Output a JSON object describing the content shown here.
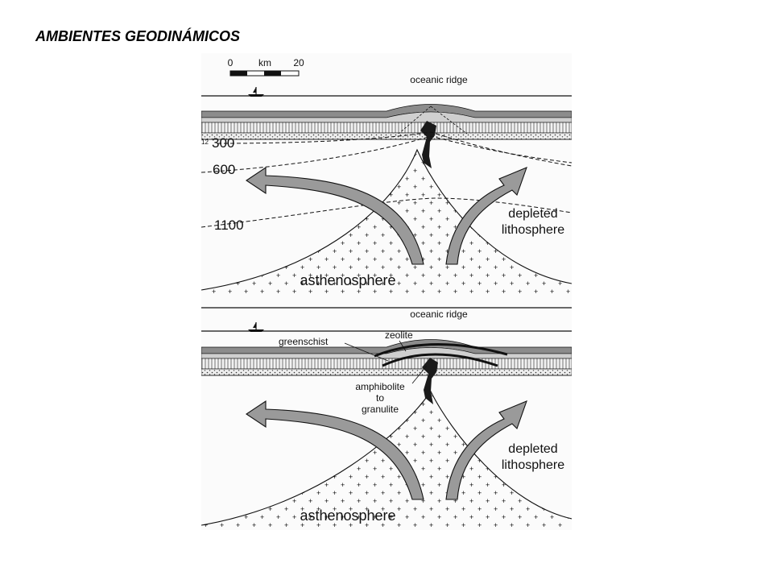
{
  "slide": {
    "title": "AMBIENTES GEODINÁMICOS"
  },
  "scale_bar": {
    "start": "0",
    "unit": "km",
    "end": "20"
  },
  "panel_top": {
    "ridge_label": "oceanic ridge",
    "isotherms": [
      "300",
      "600",
      "1100"
    ],
    "side_mark": "12",
    "depleted_label_1": "depleted",
    "depleted_label_2": "lithosphere",
    "asthenosphere_label": "asthenosphere"
  },
  "panel_bottom": {
    "ridge_label": "oceanic ridge",
    "greenschist_label": "greenschist",
    "zeolite_label": "zeolite",
    "amphibolite_label_1": "amphibolite",
    "amphibolite_label_2": "to",
    "amphibolite_label_3": "granulite",
    "depleted_label_1": "depleted",
    "depleted_label_2": "lithosphere",
    "asthenosphere_label": "asthenosphere"
  },
  "colors": {
    "ink": "#111111",
    "arrow_fill": "#9a9a9a",
    "crust_band": "#8c8c8c",
    "magma": "#1a1a1a"
  }
}
